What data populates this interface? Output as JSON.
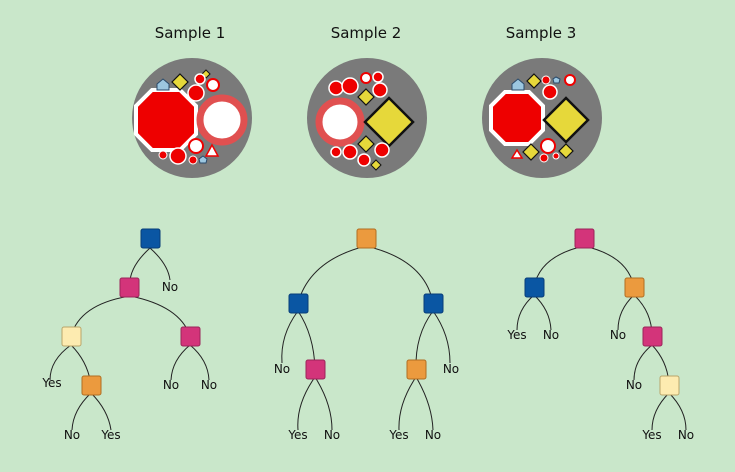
{
  "samples": [
    {
      "title": "Sample 1"
    },
    {
      "title": "Sample 2"
    },
    {
      "title": "Sample 3"
    }
  ],
  "colors": {
    "background": "#c9e7ca",
    "disk": "#7a7a7a",
    "red": "#ee0000",
    "yellow": "#e6d83a",
    "blue": "#0a56a3",
    "magenta": "#d3347a",
    "orange": "#eb9a3e",
    "cream": "#fdebb0"
  },
  "trees": {
    "t1": {
      "leaves": [
        "No",
        "Yes",
        "No",
        "Yes",
        "No",
        "No"
      ]
    },
    "t2": {
      "leaves": [
        "No",
        "Yes",
        "No",
        "Yes",
        "No",
        "No"
      ]
    },
    "t3": {
      "leaves": [
        "Yes",
        "No",
        "No",
        "No",
        "Yes",
        "No"
      ]
    }
  }
}
